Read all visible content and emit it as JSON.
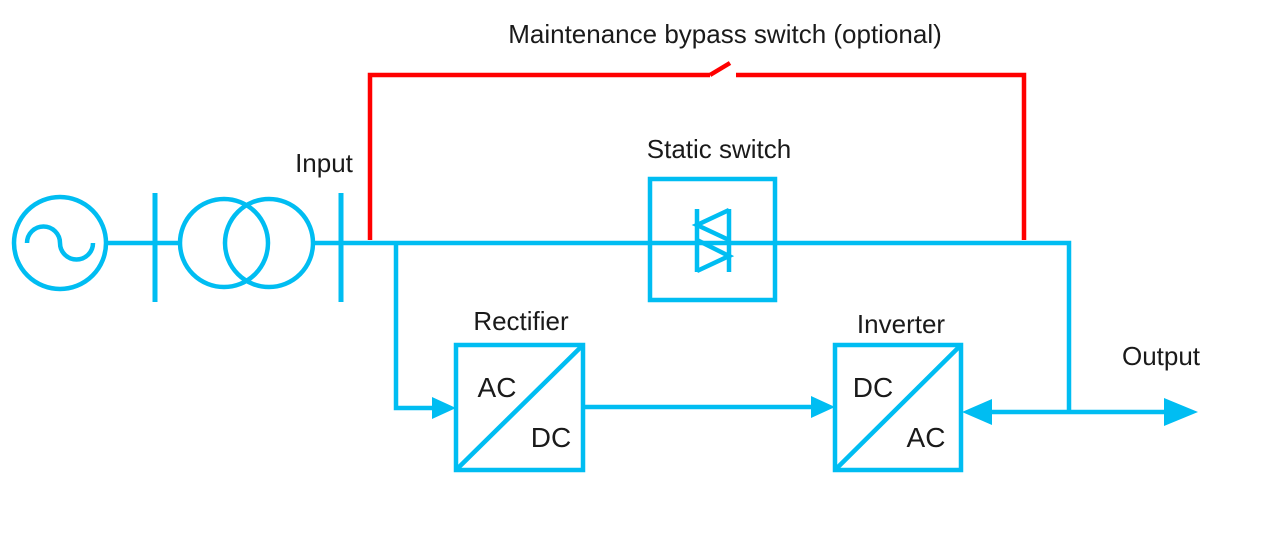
{
  "colors": {
    "line": "#00bdf2",
    "bypass_line": "#ff0000",
    "text": "#1a1a1a",
    "background": "#ffffff"
  },
  "labels": {
    "maintenance_bypass": "Maintenance bypass switch (optional)",
    "input": "Input",
    "static_switch": "Static switch",
    "rectifier": "Rectifier",
    "inverter": "Inverter",
    "output": "Output"
  },
  "blocks": {
    "rectifier": {
      "top_left": "AC",
      "bottom_right": "DC"
    },
    "inverter": {
      "top_left": "DC",
      "bottom_right": "AC"
    }
  },
  "icons": {
    "ac_source": "circle-with-sine-wave",
    "transformer": "two-overlapping-circles",
    "disconnect": "vertical-bar",
    "static_switch_symbol": "triac-antiparallel-triangles",
    "bypass_switch": "open-switch-blade",
    "arrowhead": "filled-triangle"
  }
}
